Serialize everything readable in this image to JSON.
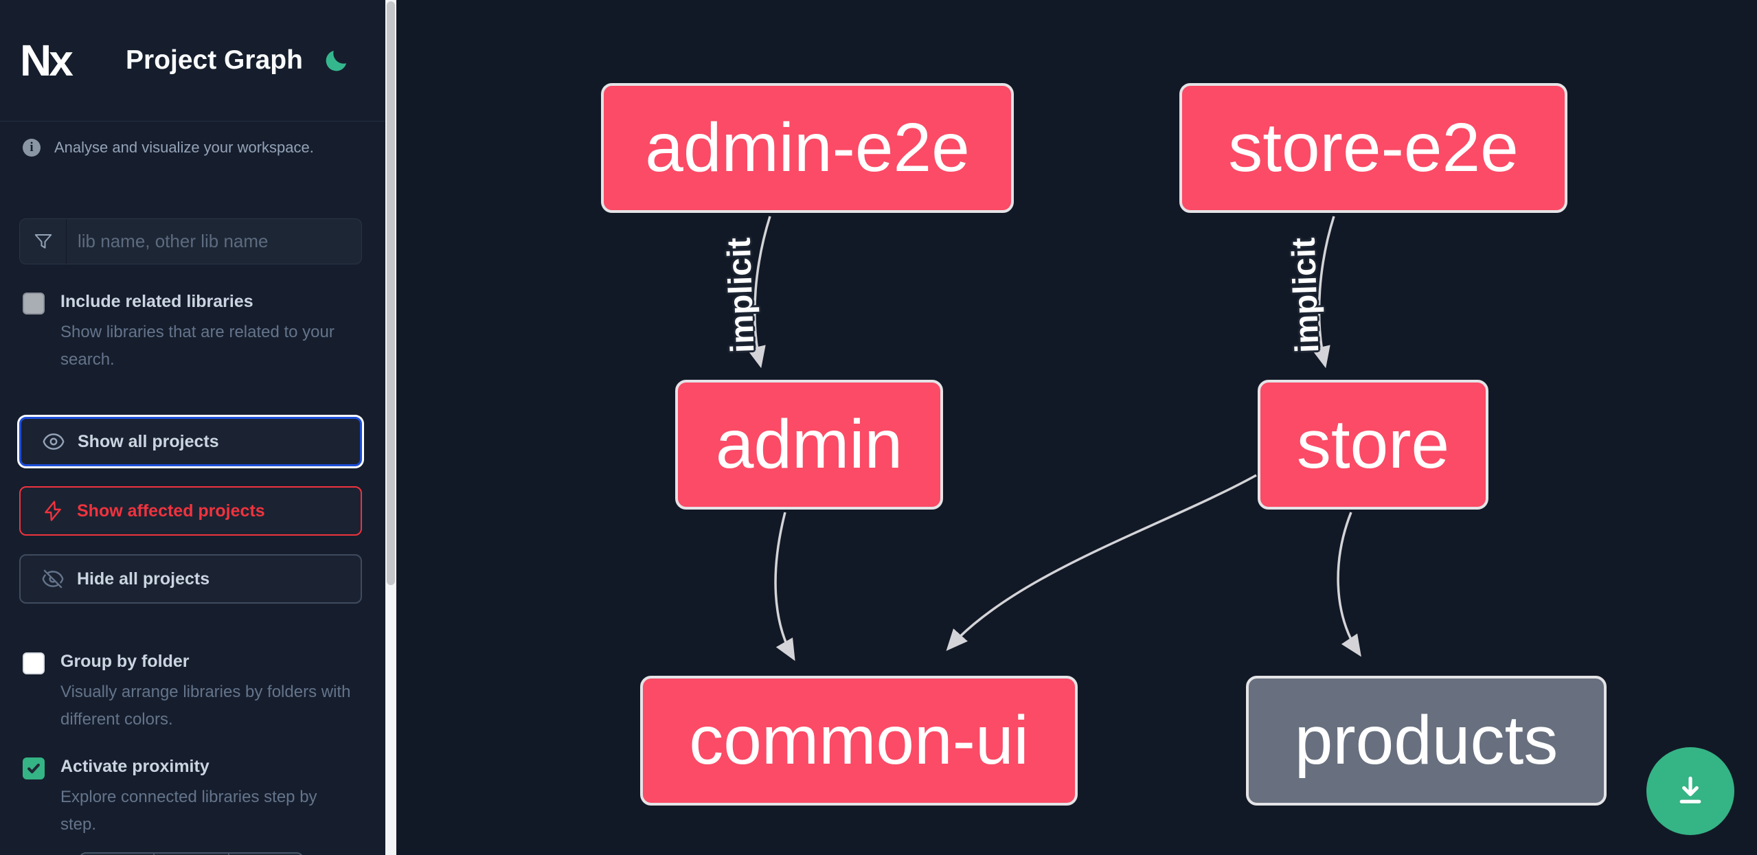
{
  "app": {
    "logo_text": "Nx",
    "title": "Project Graph"
  },
  "colors": {
    "canvas_background": "#121926",
    "sidebar_background": "#161e2d",
    "node_pink": "#fb4b66",
    "node_gray": "#68707f",
    "node_border": "#e4e4e7",
    "edge_gray": "#d4d4d8",
    "accent_green": "#35b485",
    "affected_red": "#f0333e",
    "focus_blue": "#1d4ed8"
  },
  "sidebar": {
    "tagline": "Analyse and visualize your workspace.",
    "search_placeholder": "lib name, other lib name",
    "buttons": [
      {
        "label": "Show all projects"
      },
      {
        "label": "Show affected projects"
      },
      {
        "label": "Hide all projects"
      }
    ],
    "checkboxes": [
      {
        "label": "Include related libraries",
        "description": "Show libraries that are related to your search.",
        "checked": false
      },
      {
        "label": "Group by folder",
        "description": "Visually arrange libraries by folders with different colors.",
        "checked": false
      },
      {
        "label": "Activate proximity",
        "description": "Explore connected libraries step by step.",
        "checked": true
      }
    ]
  },
  "graph": {
    "nodes": [
      {
        "id": "admin-e2e",
        "label": "admin-e2e",
        "style": "pink"
      },
      {
        "id": "store-e2e",
        "label": "store-e2e",
        "style": "pink"
      },
      {
        "id": "admin",
        "label": "admin",
        "style": "pink"
      },
      {
        "id": "store",
        "label": "store",
        "style": "pink"
      },
      {
        "id": "common-ui",
        "label": "common-ui",
        "style": "pink"
      },
      {
        "id": "products",
        "label": "products",
        "style": "gray"
      }
    ],
    "edges": [
      {
        "source": "admin-e2e",
        "target": "admin",
        "label": "implicit"
      },
      {
        "source": "store-e2e",
        "target": "store",
        "label": "implicit"
      },
      {
        "source": "admin",
        "target": "common-ui",
        "label": ""
      },
      {
        "source": "store",
        "target": "common-ui",
        "label": ""
      },
      {
        "source": "store",
        "target": "products",
        "label": ""
      }
    ]
  }
}
